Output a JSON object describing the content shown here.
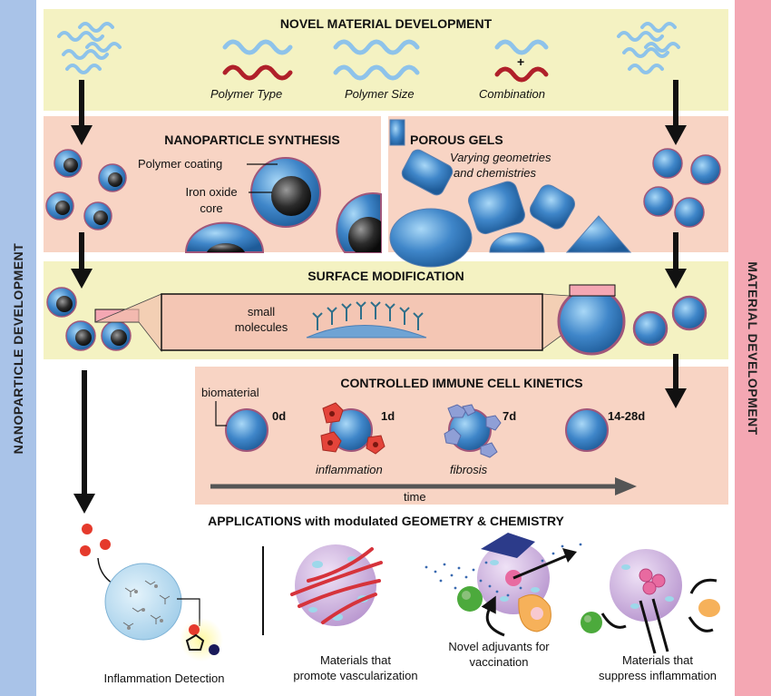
{
  "left_bar": {
    "label": "NANOPARTICLE DEVELOPMENT"
  },
  "right_bar": {
    "label": "MATERIAL DEVELOPMENT"
  },
  "novel": {
    "title": "NOVEL MATERIAL DEVELOPMENT",
    "polymer_type": "Polymer Type",
    "polymer_size": "Polymer Size",
    "combination": "Combination",
    "plus": "+"
  },
  "synthesis": {
    "title": "NANOPARTICLE SYNTHESIS",
    "coating": "Polymer coating",
    "core_line1": "Iron oxide",
    "core_line2": "core"
  },
  "gels": {
    "title": "POROUS GELS",
    "sub_line1": "Varying geometries",
    "sub_line2": "and chemistries"
  },
  "surface": {
    "title": "SURFACE MODIFICATION",
    "small_line1": "small",
    "small_line2": "molecules"
  },
  "kinetics": {
    "title": "CONTROLLED IMMUNE CELL KINETICS",
    "biomaterial": "biomaterial",
    "d0": "0d",
    "d1": "1d",
    "d7": "7d",
    "d14": "14-28d",
    "inflammation": "inflammation",
    "fibrosis": "fibrosis",
    "time": "time"
  },
  "applications": {
    "title": "APPLICATIONS with modulated GEOMETRY & CHEMISTRY",
    "detection": "Inflammation Detection",
    "vasc_line1": "Materials that",
    "vasc_line2": "promote vascularization",
    "adj_line1": "Novel adjuvants for",
    "adj_line2": "vaccination",
    "supp_line1": "Materials that",
    "supp_line2": "suppress inflammation"
  },
  "colors": {
    "polymer_blue": "#8ec3ea",
    "polymer_red": "#b0202a",
    "sphere_blue": "#3f86c9",
    "rim": "#a0567a",
    "yellow_band": "#f4f2c2",
    "peach_band": "#f8d4c4"
  }
}
